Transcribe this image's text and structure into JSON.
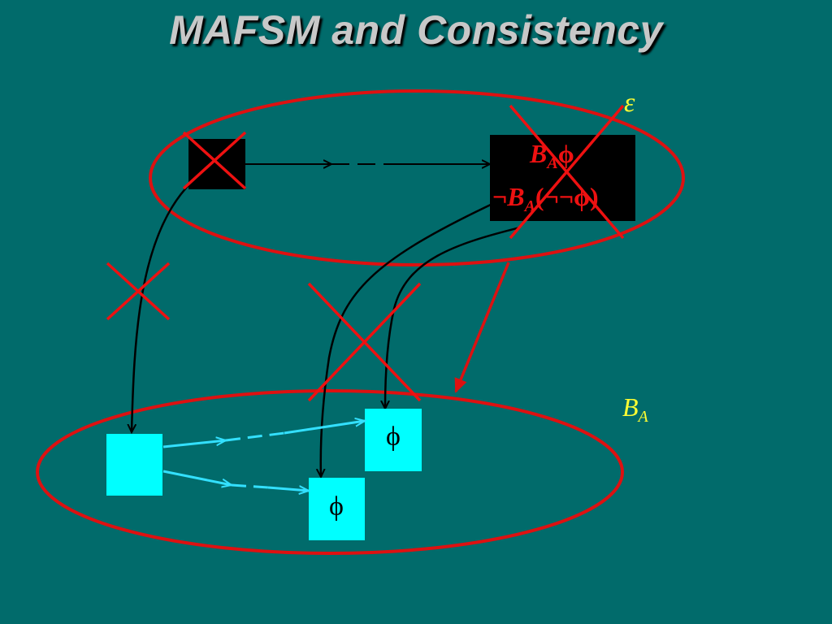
{
  "slide": {
    "title": "MAFSM and Consistency"
  },
  "labels": {
    "epsilon": "ε",
    "ba_main": "B",
    "ba_sub": "A",
    "formula1_B": "B",
    "formula1_sub": "A",
    "formula1_phi": "ϕ",
    "formula2_neg": "¬",
    "formula2_B": "B",
    "formula2_sub": "A",
    "formula2_rest": "(¬¬ϕ)",
    "phi_upper": "ϕ",
    "phi_lower": "ϕ"
  },
  "colors": {
    "background": "#016b6b",
    "ellipse": "#dd1111",
    "cross": "#ee1111",
    "black_box": "#000000",
    "cyan_box": "#00ffff",
    "cyan_arrow": "#33e0ff",
    "label_yellow": "#ffff33",
    "formula_red": "#ee1111"
  }
}
